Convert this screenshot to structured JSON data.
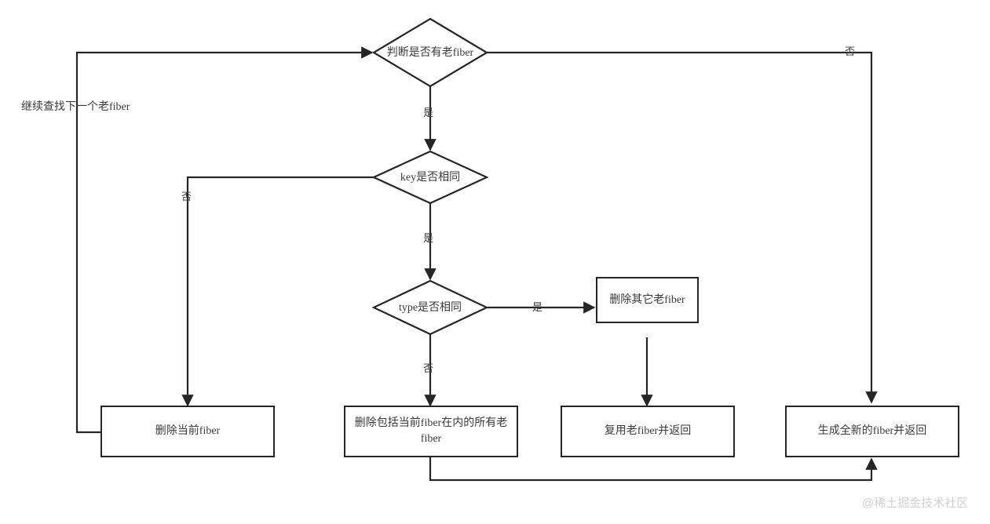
{
  "diagram": {
    "type": "flowchart",
    "title": "React fiber diff flowchart",
    "background_color": "#ffffff",
    "stroke_color": "#262626",
    "text_color": "#3a3a3a",
    "nodes": [
      {
        "id": "d1",
        "shape": "diamond",
        "label": "判断是否有老fiber"
      },
      {
        "id": "d2",
        "shape": "diamond",
        "label": "key是否相同"
      },
      {
        "id": "d3",
        "shape": "diamond",
        "label": "type是否相同"
      },
      {
        "id": "b1",
        "shape": "rect",
        "label": "删除其它老fiber"
      },
      {
        "id": "b2",
        "shape": "rect",
        "label": "删除当前fiber"
      },
      {
        "id": "b3",
        "shape": "rect",
        "label": "删除包括当前fiber在内的所有老fiber"
      },
      {
        "id": "b4",
        "shape": "rect",
        "label": "复用老fiber并返回"
      },
      {
        "id": "b5",
        "shape": "rect",
        "label": "生成全新的fiber并返回"
      }
    ],
    "edge_labels": {
      "d1_no": "否",
      "d1_yes": "是",
      "d2_no": "否",
      "d2_yes": "是",
      "d3_yes": "是",
      "d3_no": "否"
    },
    "annotations": {
      "loop_back": "继续查找下一个老fiber"
    },
    "watermark": "@稀土掘金技术社区"
  }
}
